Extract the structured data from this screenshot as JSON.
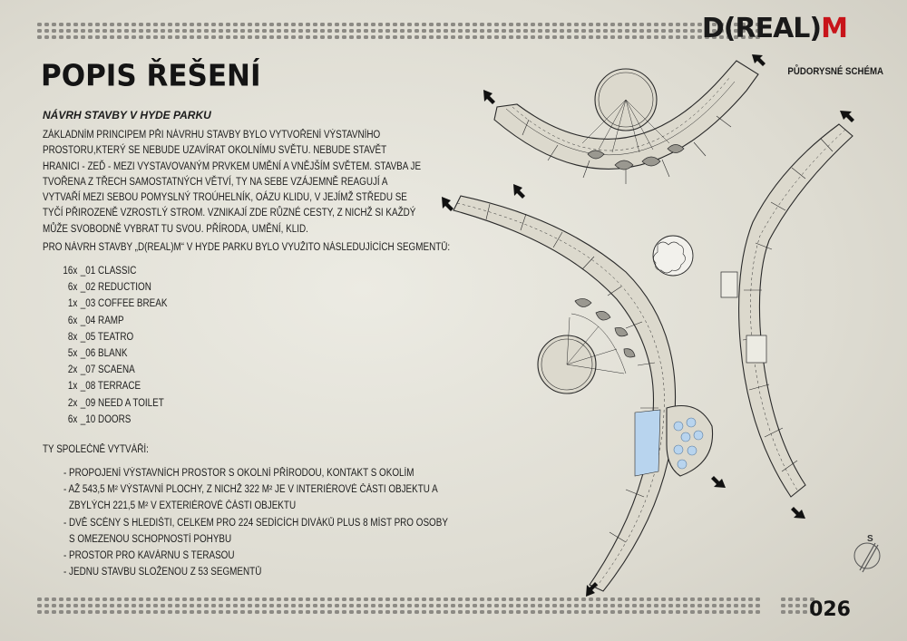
{
  "brand": {
    "prefix": "D(REAL)",
    "accent": "M",
    "accent_color": "#c8141a"
  },
  "title": "POPIS ŘEŠENÍ",
  "subtitle": "NÁVRH STAVBY V HYDE PARKU",
  "intro": "ZÁKLADNÍM PRINCIPEM PŘI NÁVRHU STAVBY BYLO VYTVOŘENÍ VÝSTAVNÍHO PROSTORU,KTERÝ SE NEBUDE UZAVÍRAT OKOLNÍMU SVĚTU. NEBUDE STAVĚT HRANICI - ZEĎ - MEZI VYSTAVOVANÝM PRVKEM UMĚNÍ A VNĚJŠÍM SVĚTEM. STAVBA JE TVOŘENA Z TŘECH SAMOSTATNÝCH VĚTVÍ, TY NA SEBE VZÁJEMNĚ REAGUJÍ A VYTVAŘÍ MEZI SEBOU POMYSLNÝ TROÚHELNÍK, OÁZU KLIDU, V JEJÍMŽ STŘEDU SE TYČÍ PŘIROZENĚ VZROSTLÝ STROM. VZNIKAJÍ ZDE RŮZNÉ CESTY, Z NICHŽ SI KAŽDÝ MŮŽE SVOBODNĚ VYBRAT TU SVOU. PŘÍRODA, UMĚNÍ, KLID.",
  "segments_heading": "PRO NÁVRH STAVBY „D(REAL)M“ V HYDE PARKU BYLO VYUŽITO NÁSLEDUJÍCÍCH SEGMENTŮ:",
  "segments": [
    {
      "count": "16x",
      "name": "_01 CLASSIC"
    },
    {
      "count": "6x",
      "name": "_02 REDUCTION"
    },
    {
      "count": "1x",
      "name": "_03 COFFEE BREAK"
    },
    {
      "count": "6x",
      "name": "_04 RAMP"
    },
    {
      "count": "8x",
      "name": "_05 TEATRO"
    },
    {
      "count": "5x",
      "name": "_06 BLANK"
    },
    {
      "count": "2x",
      "name": "_07 SCAENA"
    },
    {
      "count": "1x",
      "name": "_08 TERRACE"
    },
    {
      "count": "2x",
      "name": "_09 NEED A TOILET"
    },
    {
      "count": "6x",
      "name": "_10 DOORS"
    }
  ],
  "together_heading": "TY SPOLEČNĚ VYTVÁŘÍ:",
  "bullets": [
    "- PROPOJENÍ VÝSTAVNÍCH PROSTOR S OKOLNÍ PŘÍRODOU, KONTAKT S OKOLÍM",
    "- AŽ 543,5 M² VÝSTAVNÍ PLOCHY, Z NICHŽ 322 M² JE V INTERIÉROVÉ ČÁSTI OBJEKTU A",
    "ZBYLÝCH 221,5 M² V EXTERIÉROVÉ ČÁSTI OBJEKTU",
    "- DVĚ SCÉNY S HLEDIŠTI, CELKEM PRO 224 SEDÍCÍCH DIVÁKŮ PLUS 8 MÍST PRO OSOBY",
    "S OMEZENOU SCHOPNOSTÍ POHYBU",
    "- PROSTOR PRO KAVÁRNU S TERASOU",
    "- JEDNU STAVBU SLOŽENOU Z 53 SEGMENTŮ"
  ],
  "scheme_label": "PŮDORYSNÉ SCHÉMA",
  "compass_letter": "S",
  "page_number": "026",
  "colors": {
    "background": "#e3e1d8",
    "ink": "#1c1c1c",
    "path_fill": "#dcd9cd",
    "water": "#b8d4ee"
  }
}
